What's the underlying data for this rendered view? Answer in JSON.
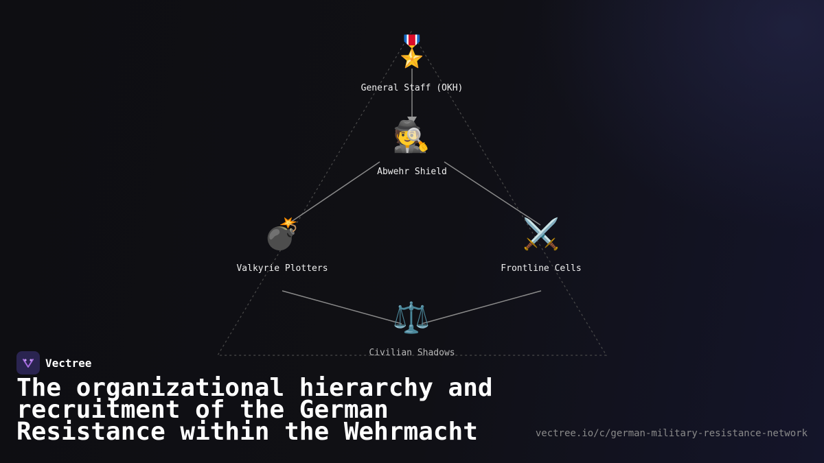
{
  "brand": {
    "name": "Vectree"
  },
  "title": "The organizational hierarchy and recruitment of the German Resistance within the Wehrmacht",
  "url": "vectree.io/c/german-military-resistance-network",
  "diagram": {
    "nodes": [
      {
        "id": "okh",
        "icon": "🎖️",
        "icon_name": "military-medal-icon",
        "label": "General Staff (OKH)"
      },
      {
        "id": "abwehr",
        "icon": "🕵️",
        "icon_name": "detective-icon",
        "label": "Abwehr Shield"
      },
      {
        "id": "valkyrie",
        "icon": "💣",
        "icon_name": "bomb-icon",
        "label": "Valkyrie Plotters"
      },
      {
        "id": "frontline",
        "icon": "⚔️",
        "icon_name": "crossed-swords-icon",
        "label": "Frontline Cells"
      },
      {
        "id": "civilian",
        "icon": "⚖️",
        "icon_name": "balance-scale-icon",
        "label": "Civilian Shadows"
      }
    ],
    "edges": [
      {
        "from": "okh",
        "to": "abwehr",
        "arrow": true
      },
      {
        "from": "abwehr",
        "to": "valkyrie",
        "arrow": false
      },
      {
        "from": "abwehr",
        "to": "frontline",
        "arrow": false
      },
      {
        "from": "valkyrie",
        "to": "civilian",
        "arrow": false
      },
      {
        "from": "frontline",
        "to": "civilian",
        "arrow": false
      }
    ],
    "colors": {
      "edge": "#8a8a8a",
      "triangle": "#4a4a4a",
      "logo_accent": "#a56be0"
    }
  }
}
